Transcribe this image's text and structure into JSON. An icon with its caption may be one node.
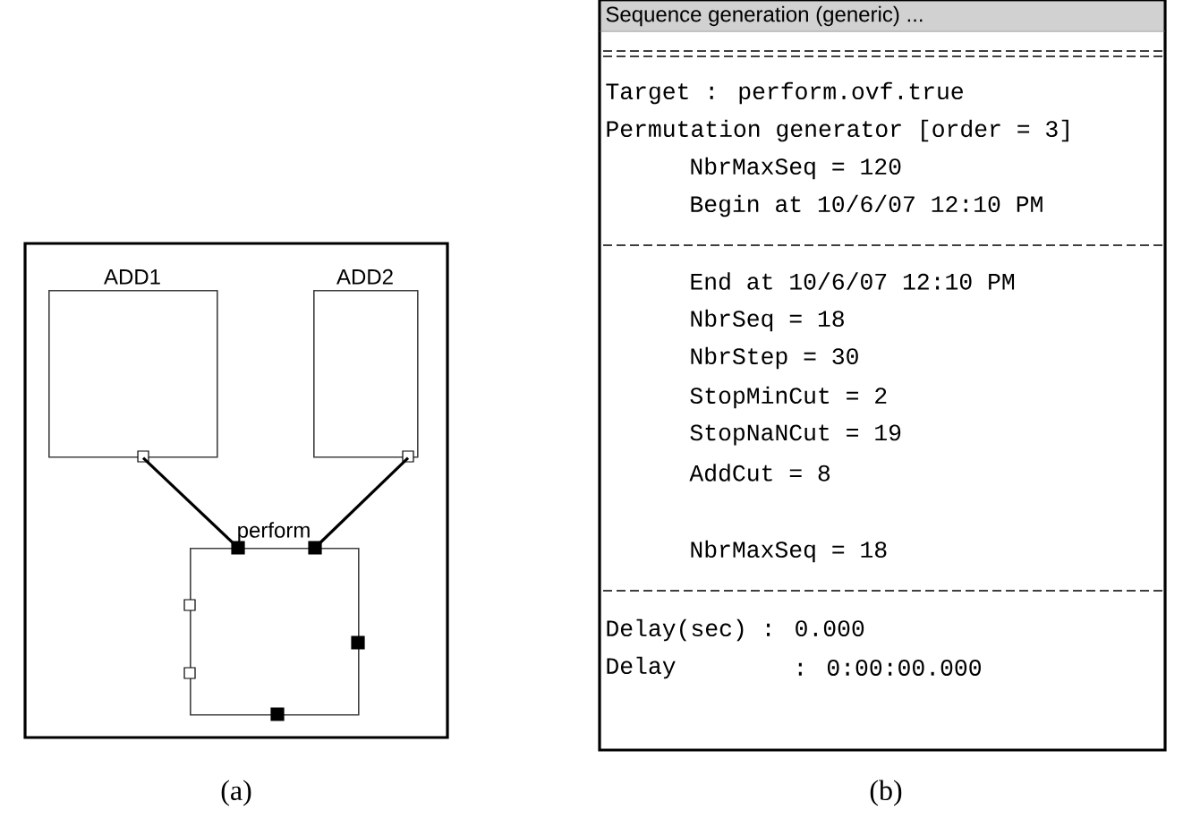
{
  "diagram": {
    "nodes": [
      {
        "text": [
          "ADD1"
        ]
      },
      {
        "text": [
          "ADD2"
        ]
      },
      {
        "text": [
          "perform"
        ]
      },
      {
        "text": [
          "Sequence generation (generic) ..."
        ]
      }
    ],
    "edges": [
      {
        "from": 0,
        "to": 2,
        "arrow": "none"
      },
      {
        "from": 1,
        "to": 2,
        "arrow": "none"
      }
    ],
    "labels": [
      "Target : perform.ovf.true",
      "Permutation generator [order = 3]",
      "NbrMaxSeq = 120",
      "Begin at 10/6/07 12:10 PM",
      "End at 10/6/07 12:10 PM",
      "NbrSeq = 18",
      "NbrStep = 30",
      "StopMinCut = 2",
      "StopNaNCut = 19",
      "AddCut = 8",
      "NbrMaxSeq = 18",
      "Delay(sec) : 0.000",
      "Delay",
      ": 0:00:00.000",
      "(a)",
      "(b)"
    ]
  }
}
